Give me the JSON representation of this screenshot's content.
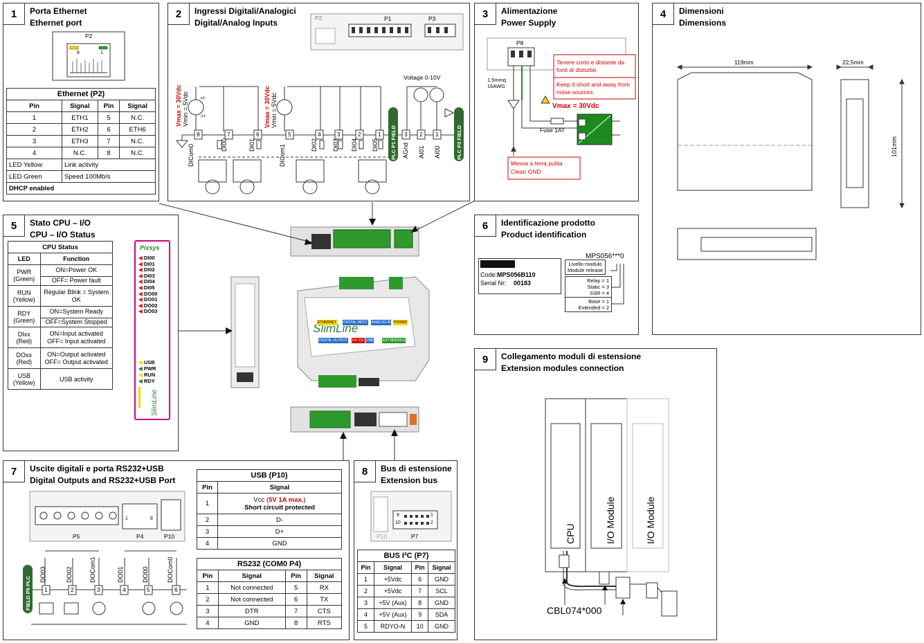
{
  "panel1": {
    "num": "1",
    "title_it": "Porta Ethernet",
    "title_en": "Ethernet port",
    "connector": "P2",
    "led_left": "8",
    "led_right": "1",
    "table_title": "Ethernet (P2)",
    "headers": [
      "Pin",
      "Signal",
      "Pin",
      "Signal"
    ],
    "rows": [
      [
        "1",
        "ETH1",
        "5",
        "N.C."
      ],
      [
        "2",
        "ETH2",
        "6",
        "ETH6"
      ],
      [
        "3",
        "ETH3",
        "7",
        "N.C."
      ],
      [
        "4",
        "N.C.",
        "8",
        "N.C."
      ]
    ],
    "led_yellow_label": "LED Yellow",
    "led_yellow_value": "Link activity",
    "led_green_label": "LED Green",
    "led_green_value": "Speed 100Mb/s",
    "dhcp": "DHCP enabled"
  },
  "panel2": {
    "num": "2",
    "title_it": "Ingressi Digitali/Analogici",
    "title_en": "Digital/Analog Inputs",
    "conn_p2": "P2",
    "conn_p1": "P1",
    "conn_p3": "P3",
    "voltage": "Voltage 0-10V",
    "vmax1": "Vmax = 30Vdc",
    "vmin1": "Vmin = 5Vdc",
    "vmax2": "Vmax = 30Vdc",
    "vmin2": "Vmin = 5Vdc",
    "plus_minus": "+/-",
    "minus_plus": "-/+",
    "terminals": [
      "8",
      "7",
      "6",
      "5",
      "4",
      "3",
      "2",
      "1",
      "3",
      "2",
      "1"
    ],
    "signals": [
      "DICom0",
      "DI00",
      "DI01",
      "DICom1",
      "DI02",
      "DI03",
      "DI04",
      "DI05",
      "AGnd",
      "AI01",
      "AI00"
    ],
    "p1_plc": "PLC",
    "p1_tag": "P1",
    "p1_field": "FIELD",
    "p3_plc": "PLC",
    "p3_tag": "P3",
    "p3_field": "FIELD"
  },
  "panel3": {
    "num": "3",
    "title_it": "Alimentazione",
    "title_en": "Power Supply",
    "connector": "P8",
    "wire_size": "1,5mmq",
    "wire_awg": "16AWG",
    "note_it": "Tenere corto e distante da fonti di disturbo",
    "note_en": "Keep it short and away from noise sources",
    "vmax": "Vmax = 30Vdc",
    "fuse": "Fuse 1AT",
    "gnd_it": "Messa a terra pulita",
    "gnd_en": "Clean GND"
  },
  "panel4": {
    "num": "4",
    "title_it": "Dimensioni",
    "title_en": "Dimensions",
    "width": "119mm",
    "depth": "22,5mm",
    "height": "101mm"
  },
  "panel5": {
    "num": "5",
    "title_it": "Stato CPU – I/O",
    "title_en": "CPU – I/O Status",
    "table_title": "CPU Status",
    "headers": [
      "LED",
      "Function"
    ],
    "rows": [
      [
        "PWR (Green)",
        "ON=Power OK",
        "OFF= Power fault"
      ],
      [
        "RUN (Yellow)",
        "Regular Blink = System OK",
        ""
      ],
      [
        "RDY (Green)",
        "ON=System Ready",
        "OFF=System Stopped"
      ],
      [
        "DIxx (Red)",
        "ON=Input activated",
        "OFF= Input activated"
      ],
      [
        "DOxx (Red)",
        "ON=Output activated",
        "OFF= Output activated"
      ],
      [
        "USB (Yellow)",
        "USB activity",
        ""
      ]
    ],
    "front_brand": "Pixsys",
    "led_labels": [
      "DI00",
      "DI01",
      "DI02",
      "DI03",
      "DI04",
      "DI05",
      "DO00",
      "DO01",
      "DO02",
      "DO03"
    ],
    "status_labels": [
      "USB",
      "PWR",
      "RUN",
      "RDY"
    ],
    "line_brand": "SlimLine"
  },
  "panel6": {
    "num": "6",
    "title_it": "Identificazione prodotto",
    "title_en": "Product identification",
    "code_label": "Code:",
    "code": "MPS056B110",
    "serial_label": "Serial Nr:",
    "serial": "00183",
    "model": "MPS056***0",
    "box1": [
      "Livello modulo",
      "Module release"
    ],
    "box2": [
      "Relay = 1",
      "Static = 3",
      "SSR = 4"
    ],
    "box3": [
      "Base = 1",
      "Extended = 2"
    ]
  },
  "panel7": {
    "num": "7",
    "title_it": "Uscite digitali e porta RS232+USB",
    "title_en": "Digital Outputs and RS232+USB Port",
    "conn_p5": "P5",
    "conn_p4": "P4",
    "conn_p10": "P10",
    "p4_left": "1",
    "p4_right": "8",
    "signals": [
      "DO03",
      "DO02",
      "DOCom1",
      "DO01",
      "DO00",
      "DOCom0"
    ],
    "terminals": [
      "1",
      "2",
      "3",
      "4",
      "5",
      "6"
    ],
    "tag_plc": "PLC",
    "tag_p5": "P5",
    "tag_field": "FIELD"
  },
  "usb_table": {
    "title": "USB (P10)",
    "headers": [
      "Pin",
      "Signal"
    ],
    "rows": [
      [
        "1",
        "Vcc (5V 1A max.)",
        "Short circuit protected"
      ],
      [
        "2",
        "D-",
        ""
      ],
      [
        "3",
        "D+",
        ""
      ],
      [
        "4",
        "GND",
        ""
      ]
    ]
  },
  "rs232_table": {
    "title": "RS232 (COM0 P4)",
    "headers": [
      "Pin",
      "Signal",
      "Pin",
      "Signal"
    ],
    "rows": [
      [
        "1",
        "Not connected",
        "5",
        "RX"
      ],
      [
        "2",
        "Not connected",
        "6",
        "TX"
      ],
      [
        "3",
        "DTR",
        "7",
        "CTS"
      ],
      [
        "4",
        "GND",
        "8",
        "RTS"
      ]
    ]
  },
  "panel8": {
    "num": "8",
    "title_it": "Bus di estensione",
    "title_en": "Extension bus",
    "conn_p10": "P10",
    "conn_p7": "P7",
    "pin9": "9",
    "pin1": "1",
    "pin10": "10",
    "pin2": "2",
    "table_title": "BUS I²C (P7)",
    "headers": [
      "Pin",
      "Signal",
      "Pin",
      "Signal"
    ],
    "rows": [
      [
        "1",
        "+5Vdc",
        "6",
        "GND"
      ],
      [
        "2",
        "+5Vdc",
        "7",
        "SCL"
      ],
      [
        "3",
        "+5V (Aux)",
        "8",
        "GND"
      ],
      [
        "4",
        "+5V (Aux)",
        "9",
        "SDA"
      ],
      [
        "5",
        "RDYO-N",
        "10",
        "GND"
      ]
    ]
  },
  "panel9": {
    "num": "9",
    "title_it": "Collegamento moduli di estensione",
    "title_en": "Extension modules connection",
    "modules": [
      "CPU",
      "I/O Module",
      "I/O Module"
    ],
    "cable": "CBL074*000"
  },
  "center": {
    "brand": "SlimLine",
    "labels": [
      "ETHERNET",
      "DIGITAL INPUT",
      "ANALOG IN",
      "POWER",
      "DIGITAL OUTPUT",
      "RS 232",
      "USB",
      "EXT MODULE"
    ]
  },
  "colors": {
    "red": "#d00000",
    "green": "#2e7d32",
    "plc_green": "#2f6b2f",
    "led_red": "#e02020",
    "yellow": "#ffd400",
    "pink": "#d4007a"
  }
}
